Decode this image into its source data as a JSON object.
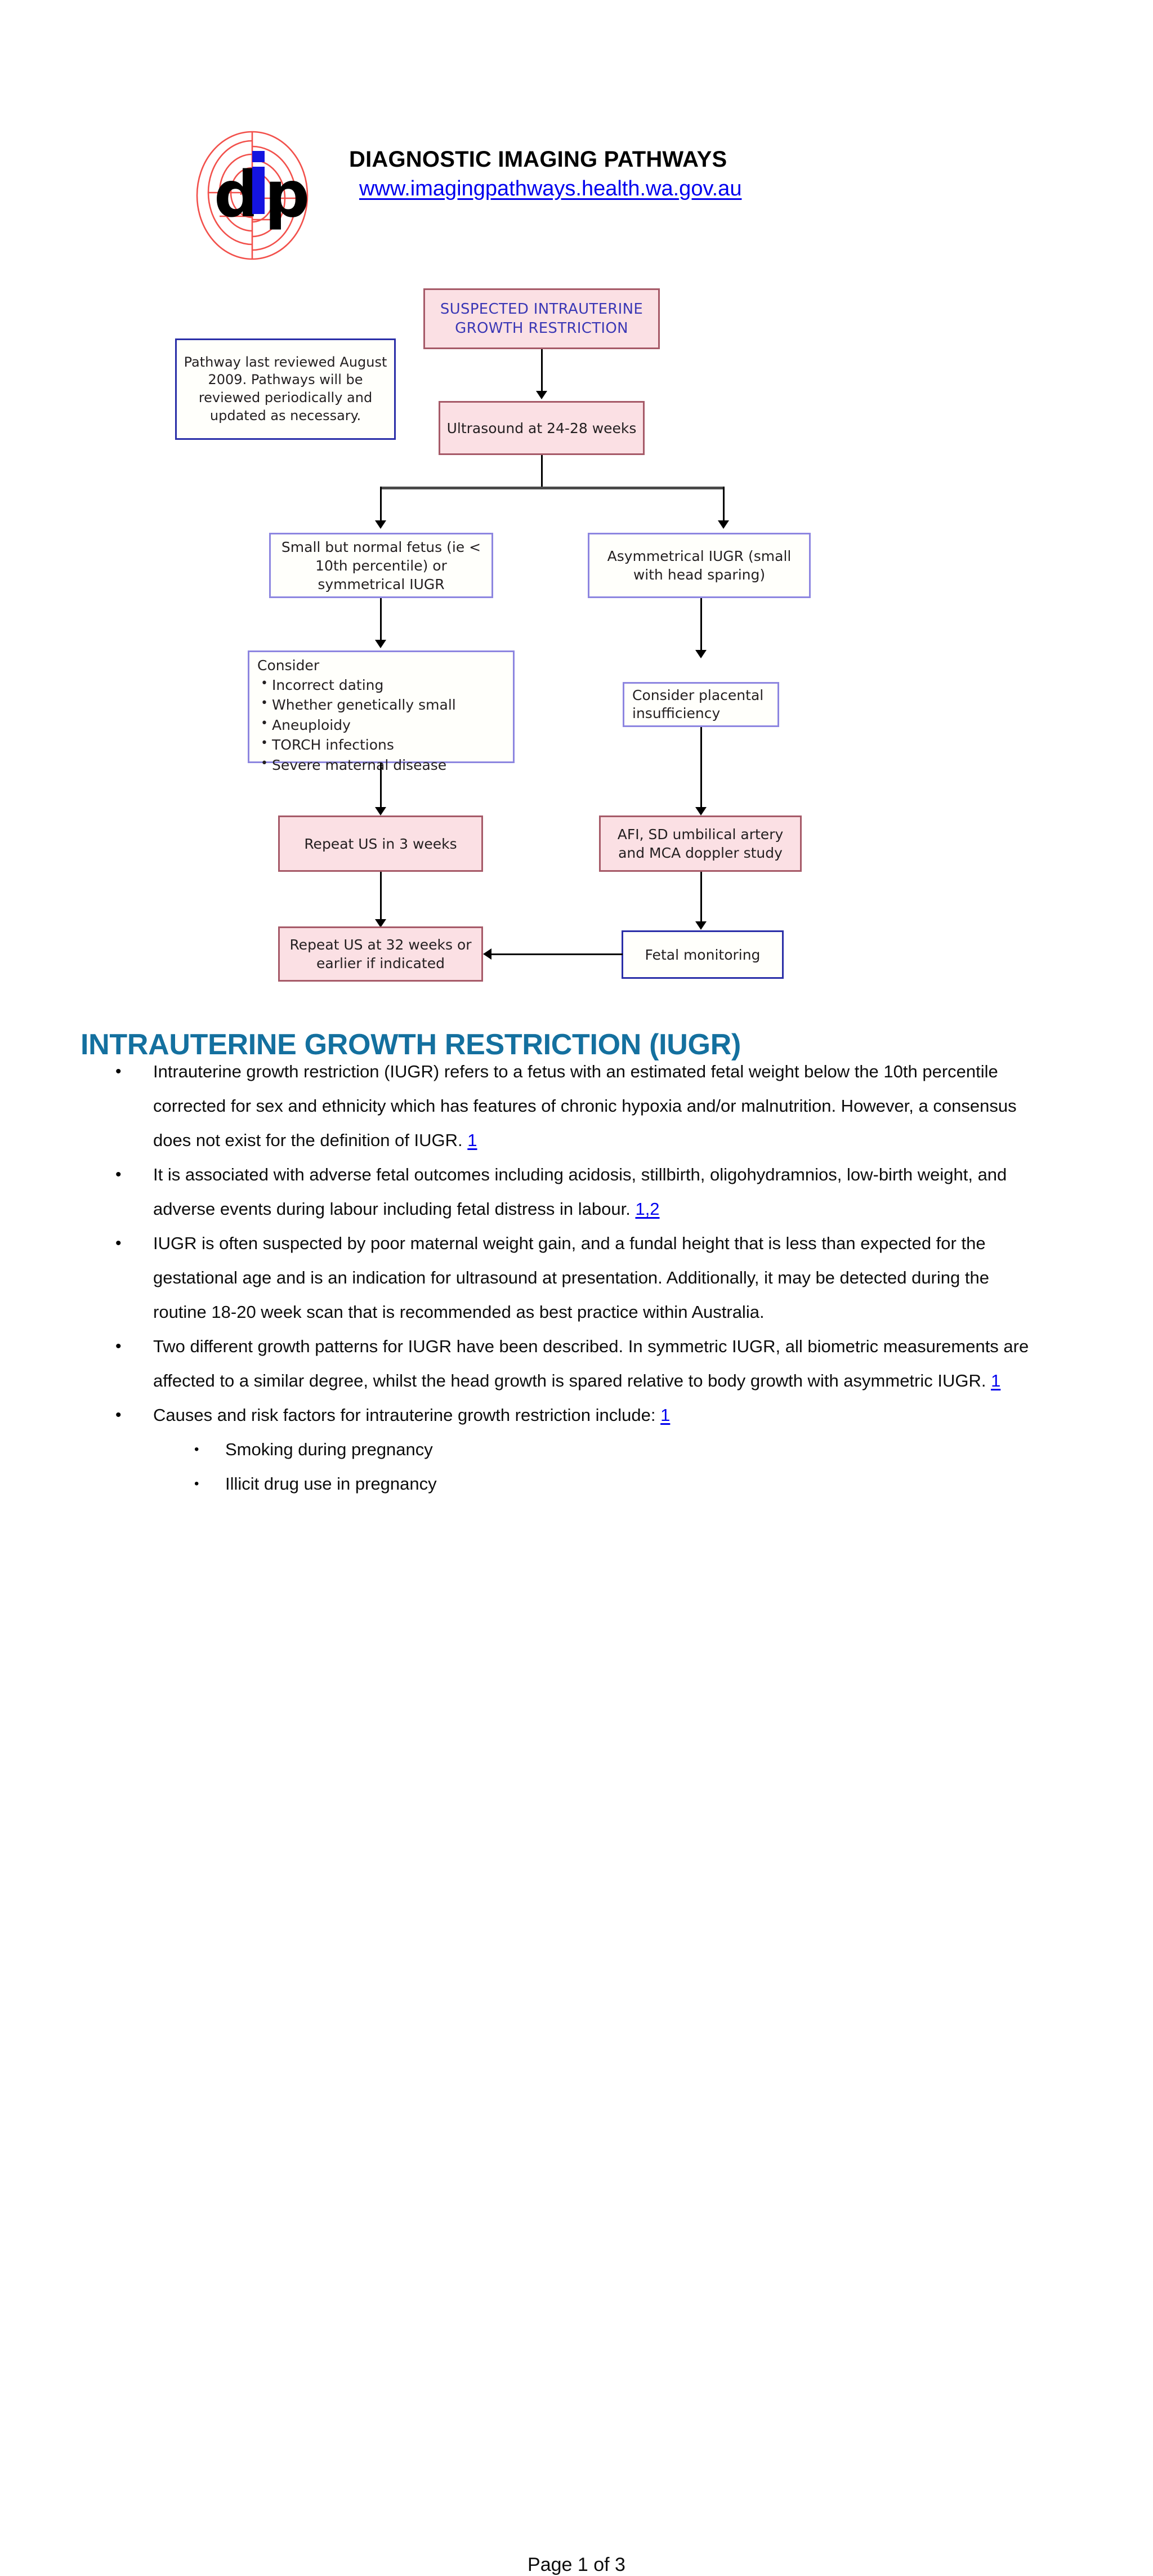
{
  "header": {
    "org_title": "DIAGNOSTIC IMAGING PATHWAYS",
    "url": "www.imagingpathways.health.wa.gov.au",
    "logo_alt": "dip",
    "logo_letters": "dip"
  },
  "flowchart": {
    "note_box": "Pathway last reviewed August 2009. Pathways will be reviewed periodically and updated as necessary.",
    "suspected": "SUSPECTED INTRAUTERINE GROWTH RESTRICTION",
    "ultrasound": "Ultrasound at 24-28 weeks",
    "left_branch": "Small but normal fetus (ie < 10th percentile) or symmetrical IUGR",
    "right_branch": "Asymmetrical IUGR (small with head sparing)",
    "consider_title": "Consider",
    "consider_items": [
      "Incorrect dating",
      "Whether genetically small",
      "Aneuploidy",
      "TORCH infections",
      "Severe maternal disease"
    ],
    "placental": "Consider placental insufficiency",
    "repeat_3wk": "Repeat US in 3 weeks",
    "doppler": "AFI, SD umbilical artery and MCA doppler study",
    "repeat_32wk": "Repeat US at 32 weeks or earlier if indicated",
    "fetal_monitoring": "Fetal monitoring"
  },
  "content": {
    "heading": "INTRAUTERINE GROWTH RESTRICTION (IUGR)",
    "bullets": [
      {
        "level": 1,
        "text": "Intrauterine growth restriction (IUGR) refers to a fetus with an estimated fetal weight below the 10th percentile corrected for sex and ethnicity which has features of chronic hypoxia and/or malnutrition. However, a consensus does not exist for the definition of IUGR. ",
        "ref": "1"
      },
      {
        "level": 1,
        "text": "It is associated with adverse fetal outcomes including acidosis, stillbirth, oligohydramnios, low-birth weight, and adverse events during labour including fetal distress in labour. ",
        "ref": "1,2"
      },
      {
        "level": 1,
        "text": "IUGR is often suspected by poor maternal weight gain, and a fundal height that is less than expected for the gestational age and is an indication for ultrasound at presentation. Additionally, it may be detected during the routine 18-20 week scan that is recommended as best practice within Australia.",
        "ref": ""
      },
      {
        "level": 1,
        "text": "Two different growth patterns for IUGR have been described. In symmetric IUGR, all biometric measurements are affected to a similar degree, whilst the head growth is spared relative to body growth with asymmetric IUGR. ",
        "ref": "1"
      },
      {
        "level": 1,
        "text": "Causes and risk factors for intrauterine growth restriction include: ",
        "ref": "1"
      },
      {
        "level": 2,
        "text": "Smoking during pregnancy",
        "ref": ""
      },
      {
        "level": 2,
        "text": "Illicit drug use in pregnancy",
        "ref": ""
      }
    ],
    "footer": "Page 1 of 3"
  },
  "colors": {
    "heading": "#14709f",
    "link": "#0000ee",
    "pink_fill": "#fbe0e4",
    "pink_border": "#a65a68",
    "purple_border": "#8d86e0",
    "navy_border": "#2b2fa8",
    "logo_red": "#f2504b",
    "logo_blue": "#1414e0"
  }
}
